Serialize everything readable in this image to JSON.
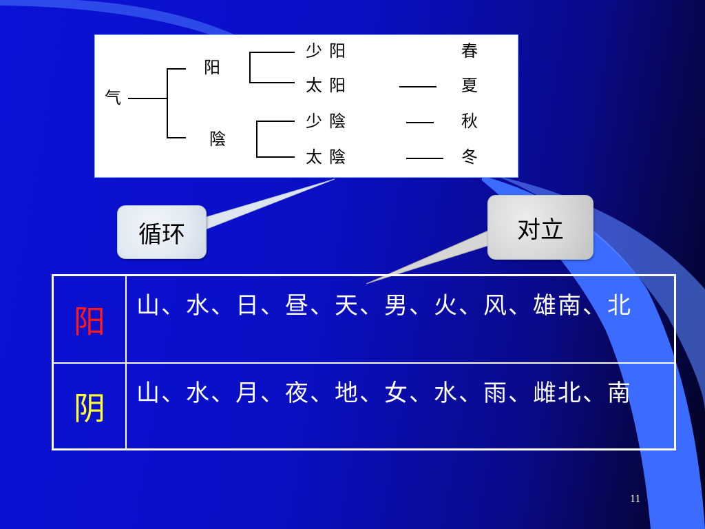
{
  "slide": {
    "page_number": "11"
  },
  "diagram": {
    "root": "气",
    "yang": "阳",
    "yin": "陰",
    "branches": [
      {
        "name": "少阳",
        "season": "春"
      },
      {
        "name": "太阳",
        "season": "夏"
      },
      {
        "name": "少陰",
        "season": "秋"
      },
      {
        "name": "太陰",
        "season": "冬"
      }
    ]
  },
  "callouts": {
    "cycle": "循环",
    "opposition": "对立"
  },
  "table": {
    "rows": [
      {
        "label": "阳",
        "label_color": "#ff1a1a",
        "content": "山、水、日、昼、天、男、火、风、雄南、北"
      },
      {
        "label": "阴",
        "label_color": "#ffff33",
        "content": "山、水、月、夜、地、女、水、雨、雌北、南"
      }
    ]
  },
  "colors": {
    "background": "#0a10c8",
    "accent_swoosh": "#3b6cff"
  }
}
